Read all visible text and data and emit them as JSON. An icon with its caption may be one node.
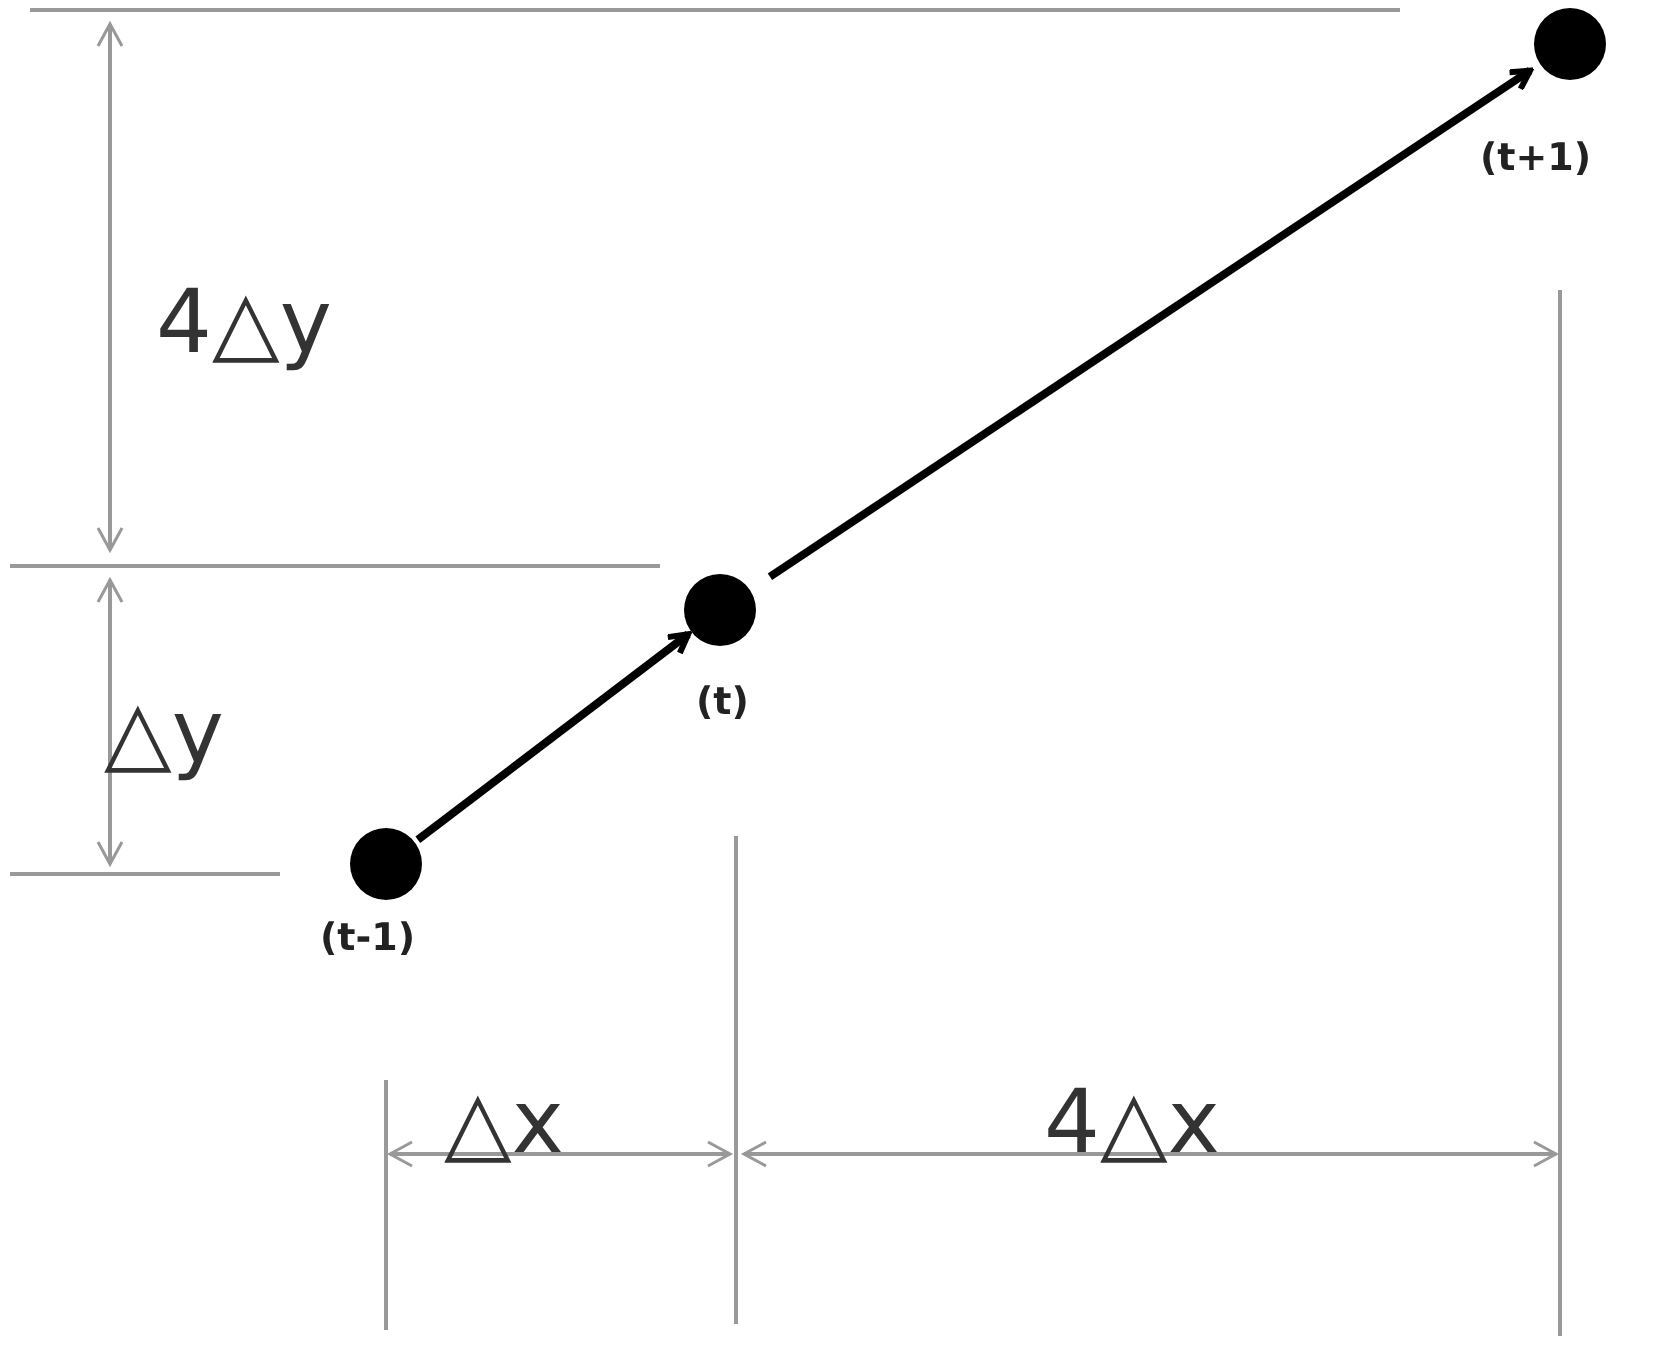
{
  "diagram": {
    "nodes": [
      {
        "text": [],
        "shape": "circle",
        "beside": [
          "(t-1)"
        ]
      },
      {
        "text": [],
        "shape": "circle",
        "beside": [
          "(t)"
        ]
      },
      {
        "text": [],
        "shape": "circle",
        "beside": [
          "(t+1)"
        ]
      }
    ],
    "edges": [
      {
        "from": 0,
        "to": 1,
        "arrow": "to"
      },
      {
        "from": 1,
        "to": 2,
        "arrow": "to"
      }
    ],
    "labels": [
      "4△y",
      "△y",
      "△x",
      "4△x"
    ]
  }
}
